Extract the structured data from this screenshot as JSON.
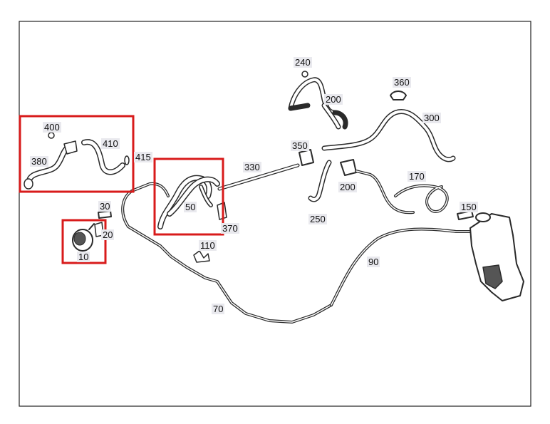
{
  "colors": {
    "frame": "#222222",
    "highlight": "#d81b1b",
    "part_stroke": "#2a2a2a",
    "label_bg": "#e9e9ee"
  },
  "callouts": {
    "c10": "10",
    "c20": "20",
    "c30": "30",
    "c50": "50",
    "c70": "70",
    "c90": "90",
    "c110": "110",
    "c150": "150",
    "c170": "170",
    "c200a": "200",
    "c200b": "200",
    "c240": "240",
    "c250": "250",
    "c300": "300",
    "c330": "330",
    "c350": "350",
    "c360": "360",
    "c370": "370",
    "c380": "380",
    "c400": "400",
    "c410": "410",
    "c415": "415"
  }
}
